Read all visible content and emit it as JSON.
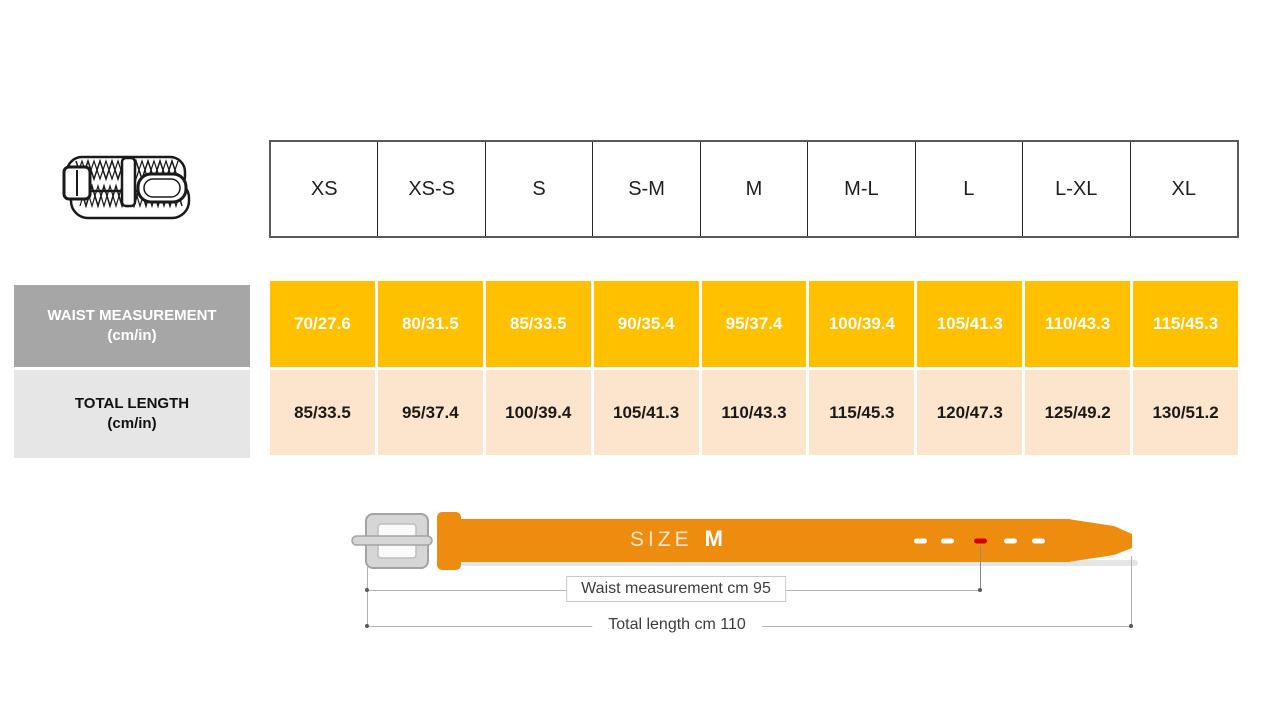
{
  "header": {
    "sizes": [
      "XS",
      "XS-S",
      "S",
      "S-M",
      "M",
      "M-L",
      "L",
      "L-XL",
      "XL"
    ]
  },
  "rows": {
    "waist": {
      "label_line1": "WAIST MEASUREMENT",
      "label_line2": "(cm/in)",
      "values": [
        "70/27.6",
        "80/31.5",
        "85/33.5",
        "90/35.4",
        "95/37.4",
        "100/39.4",
        "105/41.3",
        "110/43.3",
        "115/45.3"
      ]
    },
    "length": {
      "label_line1": "TOTAL LENGTH",
      "label_line2": "(cm/in)",
      "values": [
        "85/33.5",
        "95/37.4",
        "100/39.4",
        "105/41.3",
        "110/43.3",
        "115/45.3",
        "120/47.3",
        "125/49.2",
        "130/51.2"
      ]
    }
  },
  "belt_diagram": {
    "size_word": "SIZE",
    "size_value": "M",
    "waist_annotation": "Waist measurement cm 95",
    "length_annotation": "Total length cm 110"
  },
  "icons": {
    "belt_illustration": "braided-belt-icon"
  },
  "colors": {
    "waist_cell_bg": "#FFC000",
    "length_cell_bg": "#FCE5CC",
    "waist_label_bg": "#A6A6A6",
    "length_label_bg": "#E7E6E6",
    "belt_orange": "#EE8C10",
    "hole_red": "#D40000",
    "dimension_line": "#B3B3B3"
  }
}
